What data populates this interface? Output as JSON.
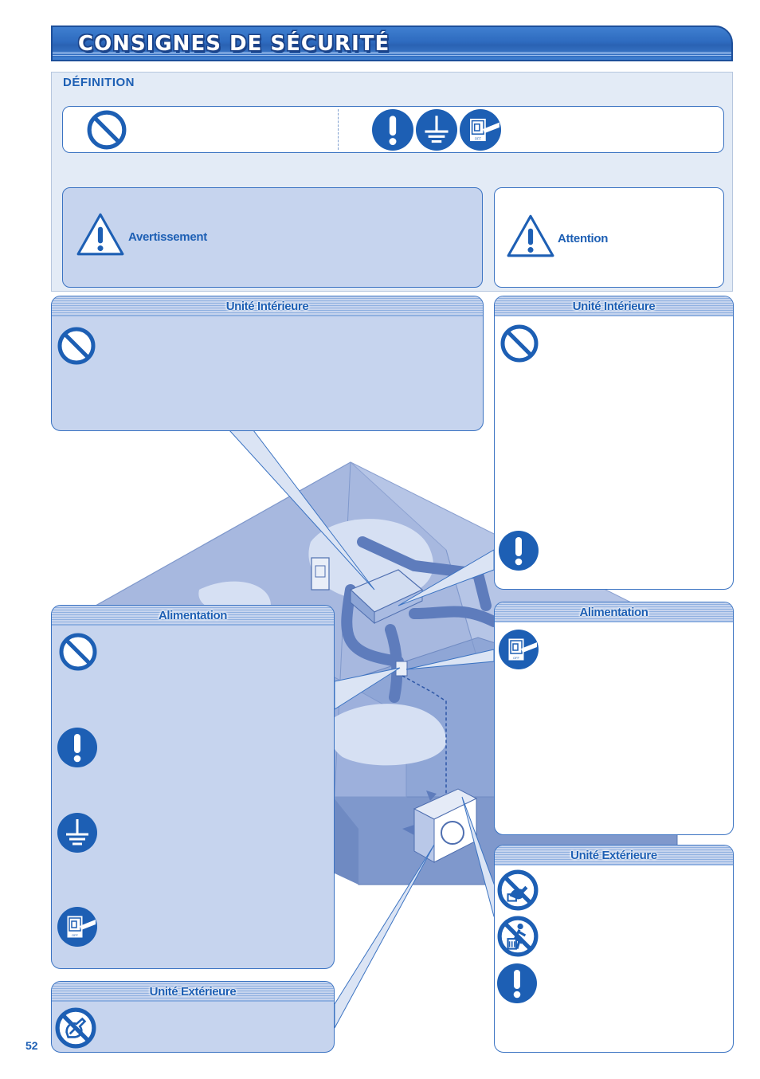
{
  "header": {
    "title": "CONSIGNES DE SÉCURITÉ"
  },
  "definition": {
    "heading": "DÉFINITION",
    "warning_label": "Avertissement",
    "caution_label": "Attention"
  },
  "panels": {
    "indoor_warning": {
      "title": "Unité Intérieure"
    },
    "indoor_caution": {
      "title": "Unité Intérieure"
    },
    "power_warning": {
      "title": "Alimentation"
    },
    "power_caution": {
      "title": "Alimentation"
    },
    "outdoor_caution": {
      "title": "Unité Extérieure"
    },
    "outdoor_warning": {
      "title": "Unité Extérieure"
    }
  },
  "icons": [
    "prohibited-icon",
    "mandatory-icon",
    "ground-icon",
    "unplug-icon",
    "no-touch-icon",
    "no-step-icon",
    "warning-triangle-icon"
  ],
  "colors": {
    "accent": "#1d5fb4",
    "panel": "#c6d4ee",
    "banner": "#2e6bbf"
  },
  "footer": {
    "page_number": "52"
  }
}
